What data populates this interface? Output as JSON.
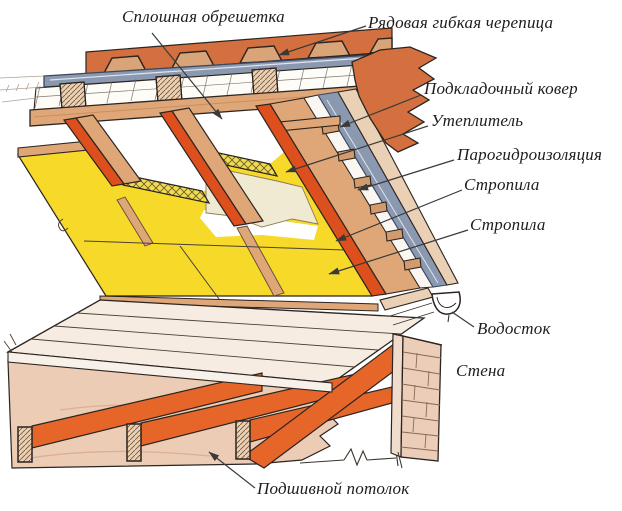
{
  "diagram": {
    "labels": {
      "solid_sheathing": "Сплошная обрешетка",
      "row_shingles": "Рядовая гибкая черепица",
      "underlayment": "Подкладочный ковер",
      "insulation": "Утеплитель",
      "vapor_barrier": "Парогидроизоляция",
      "rafters_upper": "Стропила",
      "rafters_lower": "Стропила",
      "gutter": "Водосток",
      "wall": "Стена",
      "ceiling": "Подшивной потолок"
    },
    "colors": {
      "insulation": "#f6d929",
      "insulation_pale": "#f1ead2",
      "mesh": "#eedc55",
      "rafter": "#dd4f1d",
      "wood": "#dfa678",
      "wood_light": "#ead0b4",
      "shingle": "#d4703f",
      "tab": "#d9a478",
      "underlayment": "#8b99b0",
      "joist": "#e6662a",
      "ceiling_pink": "#ecccb4",
      "brick": "#eccdb8",
      "floor": "#f6ece2",
      "ink": "#2b2420",
      "leader": "#3a3a3a"
    }
  }
}
